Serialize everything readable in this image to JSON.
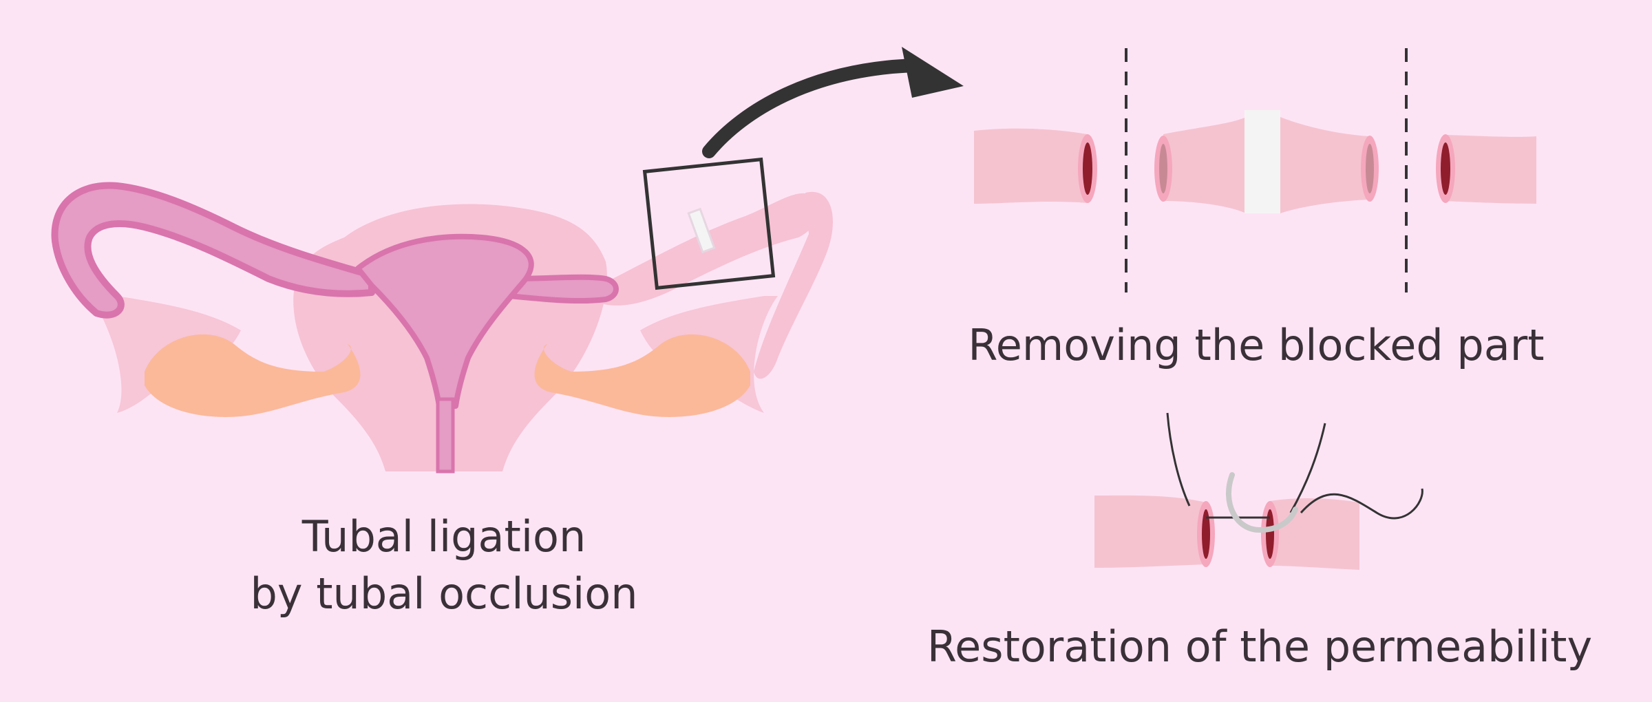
{
  "captions": {
    "ligation_line1": "Tubal ligation",
    "ligation_line2": "by tubal occlusion",
    "removing": "Removing the blocked part",
    "restoration": "Restoration of the permeability"
  },
  "colors": {
    "background": "#fde4f5",
    "uterus_pale": "#f6c2d4",
    "uterus_body": "#e59cc5",
    "tube_outline": "#d974ad",
    "ovary": "#fbb99a",
    "tube_segment": "#f5c3d0",
    "tube_lumen": "#8f1d2c",
    "clip": "#f4f4f4",
    "arrow": "#333333",
    "lines": "#333333"
  }
}
